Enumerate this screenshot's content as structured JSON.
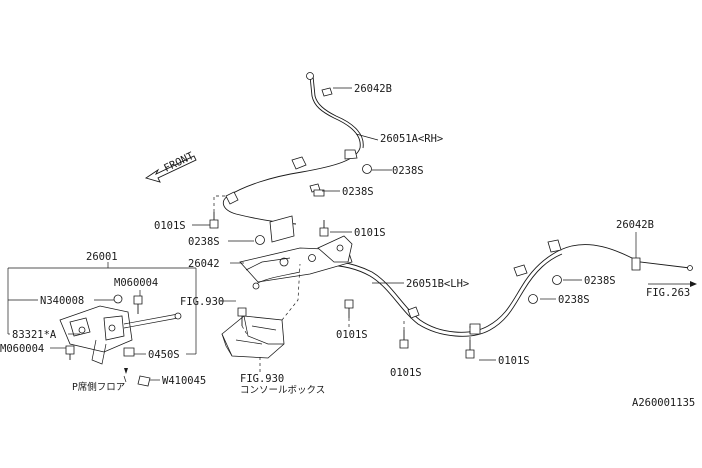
{
  "labels": {
    "cable_rh_end": "26042B",
    "cable_rh": "26051A<RH>",
    "nut_rh_upper": "0238S",
    "nut_rh_lower": "0238S",
    "front_arrow": "FRONT",
    "bolt_left": "0101S",
    "bolt_mid": "0101S",
    "nut_bracket": "0238S",
    "equalizer": "26042",
    "cable_lh_end": "26042B",
    "cable_lh": "26051B<LH>",
    "nut_lh_upper": "0238S",
    "nut_lh_lower": "0238S",
    "fig_263": "FIG.263",
    "bolt_center": "0101S",
    "bolt_bottom": "0101S",
    "bolt_right": "0101S",
    "fig_930_top": "FIG.930",
    "fig_930_bottom": "FIG.930",
    "console_box": "コンソールボックス",
    "lever_assy": "26001",
    "m060004_top": "M060004",
    "n340008": "N340008",
    "p83321": "83321*A",
    "m060004_bottom": "M060004",
    "clip_0450s": "0450S",
    "w410045": "W410045",
    "p_seat_floor": "P席側フロア",
    "diagram_id": "A260001135"
  }
}
